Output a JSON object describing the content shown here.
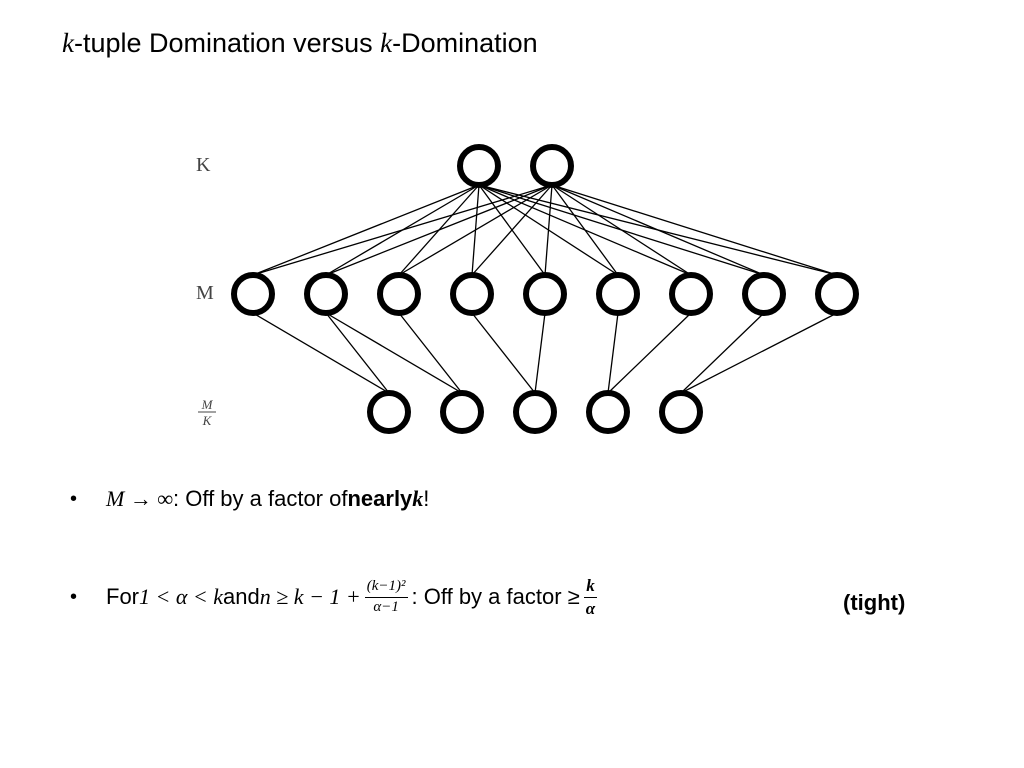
{
  "title": {
    "var1": "k",
    "part1": "-tuple Domination versus ",
    "var2": "k",
    "part2": "-Domination"
  },
  "diagram": {
    "layers": [
      {
        "label": "K",
        "count": 2
      },
      {
        "label": "M",
        "count": 9
      },
      {
        "label_num": "M",
        "label_den": "K",
        "count": 5
      }
    ],
    "top_to_middle": "complete",
    "middle_to_bottom": [
      [
        0,
        0
      ],
      [
        1,
        0
      ],
      [
        1,
        1
      ],
      [
        2,
        1
      ],
      [
        3,
        2
      ],
      [
        4,
        2
      ],
      [
        5,
        3
      ],
      [
        6,
        3
      ],
      [
        7,
        4
      ],
      [
        8,
        4
      ]
    ]
  },
  "bullets": {
    "b1": {
      "math": "M → ∞",
      "text": ": Off by a factor of ",
      "bold": "nearly ",
      "bold_var": "k",
      "end": "!"
    },
    "b2": {
      "for": "For ",
      "cond1": "1 < α < k",
      "and": " and ",
      "cond2": "n ≥ k − 1 + ",
      "frac_num": "(k−1)²",
      "frac_den": "α−1",
      "text": " : Off by a factor ≥ ",
      "bound_num": "k",
      "bound_den": "α"
    },
    "tight": "(tight)"
  }
}
